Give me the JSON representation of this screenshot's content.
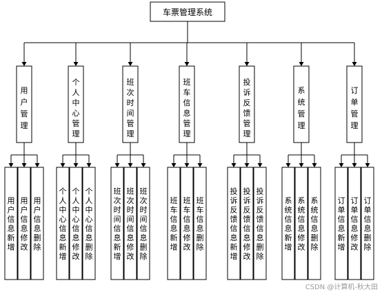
{
  "root": {
    "label": "车票管理系统"
  },
  "modules": [
    {
      "label": "用户管理",
      "children": [
        "用户信息新增",
        "用户信息修改",
        "用户信息删除"
      ]
    },
    {
      "label": "个人中心管理",
      "children": [
        "个人中心信息新增",
        "个人中心信息修改",
        "个人中心信息删除"
      ]
    },
    {
      "label": "班次时间管理",
      "children": [
        "班次时间信息新增",
        "班次时间信息修改",
        "班次时间信息删除"
      ]
    },
    {
      "label": "班车信息管理",
      "children": [
        "班车信息新增",
        "班车信息修改",
        "班车信息删除"
      ]
    },
    {
      "label": "投诉反馈管理",
      "children": [
        "投诉反馈信息新增",
        "投诉反馈信息修改",
        "投诉反馈信息删除"
      ]
    },
    {
      "label": "系统管理",
      "children": [
        "系统信息新增",
        "系统信息修改",
        "系统信息删除"
      ]
    },
    {
      "label": "订单管理",
      "children": [
        "订单信息新增",
        "订单信息修改",
        "订单信息删除"
      ]
    }
  ],
  "watermark": "CSDN @计算机-秋大田",
  "style": {
    "stroke": "#000000",
    "fill": "#ffffff"
  }
}
